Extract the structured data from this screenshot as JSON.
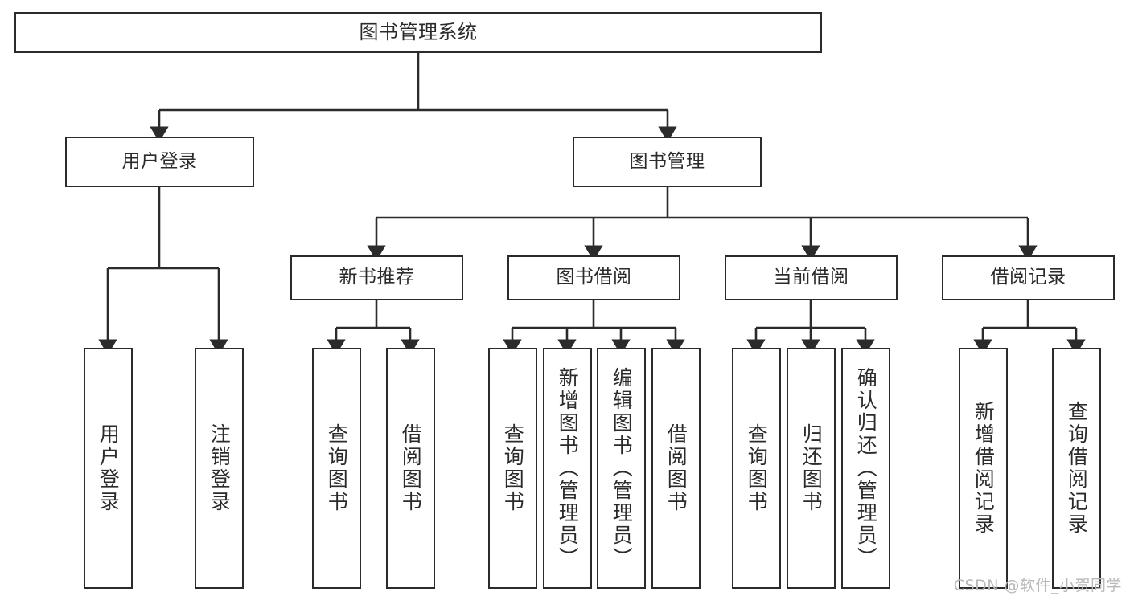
{
  "diagram": {
    "type": "tree",
    "title": "图书管理系统",
    "watermark": "CSDN @软件_小贺同学",
    "colors": {
      "line": "#2b2b2b",
      "box_fill": "#ffffff",
      "text": "#2b2b2b",
      "watermark": "#b9b9b9"
    },
    "root": {
      "label": "图书管理系统"
    },
    "level1": [
      {
        "label": "用户登录"
      },
      {
        "label": "图书管理"
      }
    ],
    "level2": [
      {
        "label": "新书推荐"
      },
      {
        "label": "图书借阅"
      },
      {
        "label": "当前借阅"
      },
      {
        "label": "借阅记录"
      }
    ],
    "leaves": {
      "user_login": [
        {
          "label": "用户登录"
        },
        {
          "label": "注销登录"
        }
      ],
      "new_book": [
        {
          "label": "查询图书"
        },
        {
          "label": "借阅图书"
        }
      ],
      "book_borrow": [
        {
          "label": "查询图书"
        },
        {
          "label": "新增图书（管理员）"
        },
        {
          "label": "编辑图书（管理员）"
        },
        {
          "label": "借阅图书"
        }
      ],
      "current_borrow": [
        {
          "label": "查询图书"
        },
        {
          "label": "归还图书"
        },
        {
          "label": "确认归还（管理员）"
        }
      ],
      "borrow_record": [
        {
          "label": "新增借阅记录"
        },
        {
          "label": "查询借阅记录"
        }
      ]
    }
  }
}
